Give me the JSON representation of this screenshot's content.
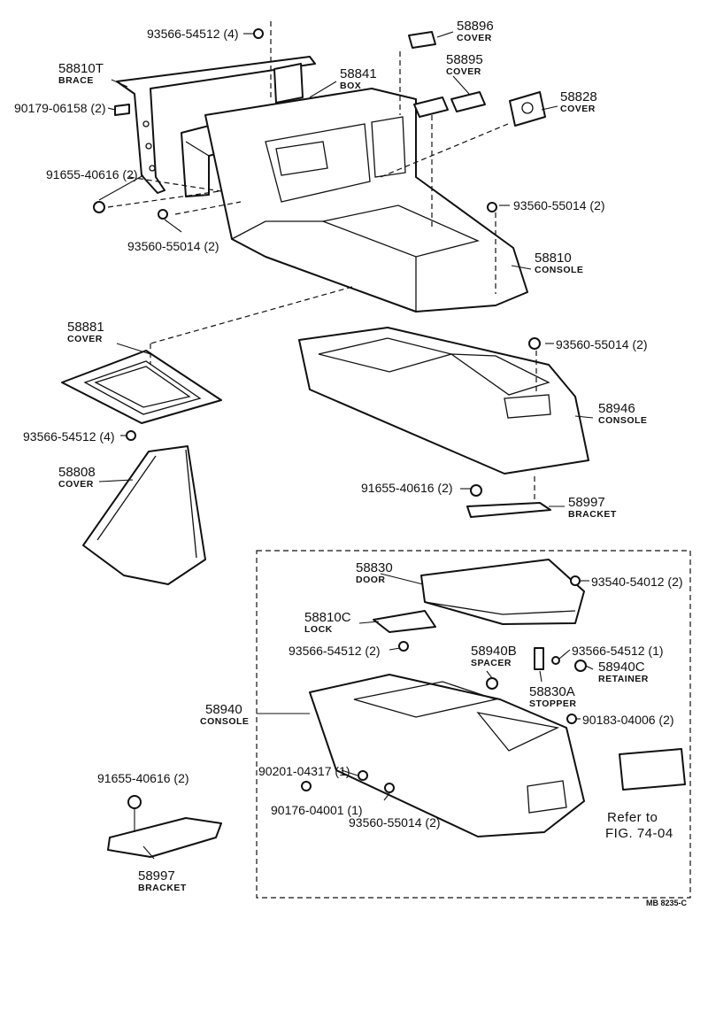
{
  "labels": {
    "p1": "93566-54512 (4)",
    "p2": "58896",
    "p2n": "COVER",
    "p3": "58810T",
    "p3n": "BRACE",
    "p4": "58895",
    "p4n": "COVER",
    "p5": "58841",
    "p5n": "BOX",
    "p6": "90179-06158 (2)",
    "p7": "58828",
    "p7n": "COVER",
    "p8": "91655-40616 (2)",
    "p9": "93560-55014 (2)",
    "p10": "93560-55014 (2)",
    "p11": "58810",
    "p11n": "CONSOLE",
    "p12": "58881",
    "p12n": "COVER",
    "p13": "93560-55014 (2)",
    "p14": "93566-54512 (4)",
    "p15": "58946",
    "p15n": "CONSOLE",
    "p16": "58808",
    "p16n": "COVER",
    "p17": "91655-40616 (2)",
    "p18": "58997",
    "p18n": "BRACKET",
    "p19": "58830",
    "p19n": "DOOR",
    "p20": "93540-54012 (2)",
    "p21": "58810C",
    "p21n": "LOCK",
    "p22": "93566-54512 (2)",
    "p23": "58940B",
    "p23n": "SPACER",
    "p24": "93566-54512 (1)",
    "p25": "58940C",
    "p25n": "RETAINER",
    "p26": "58830A",
    "p26n": "STOPPER",
    "p27": "58940",
    "p27n": "CONSOLE",
    "p28": "90183-04006 (2)",
    "p29": "90201-04317 (1)",
    "p30": "90176-04001 (1)",
    "p31": "93560-55014 (2)",
    "p32": "91655-40616 (2)",
    "p33": "58997",
    "p33n": "BRACKET",
    "ref1": "Refer  to",
    "ref2": "FIG. 74-04",
    "code": "MB  8235-C"
  }
}
